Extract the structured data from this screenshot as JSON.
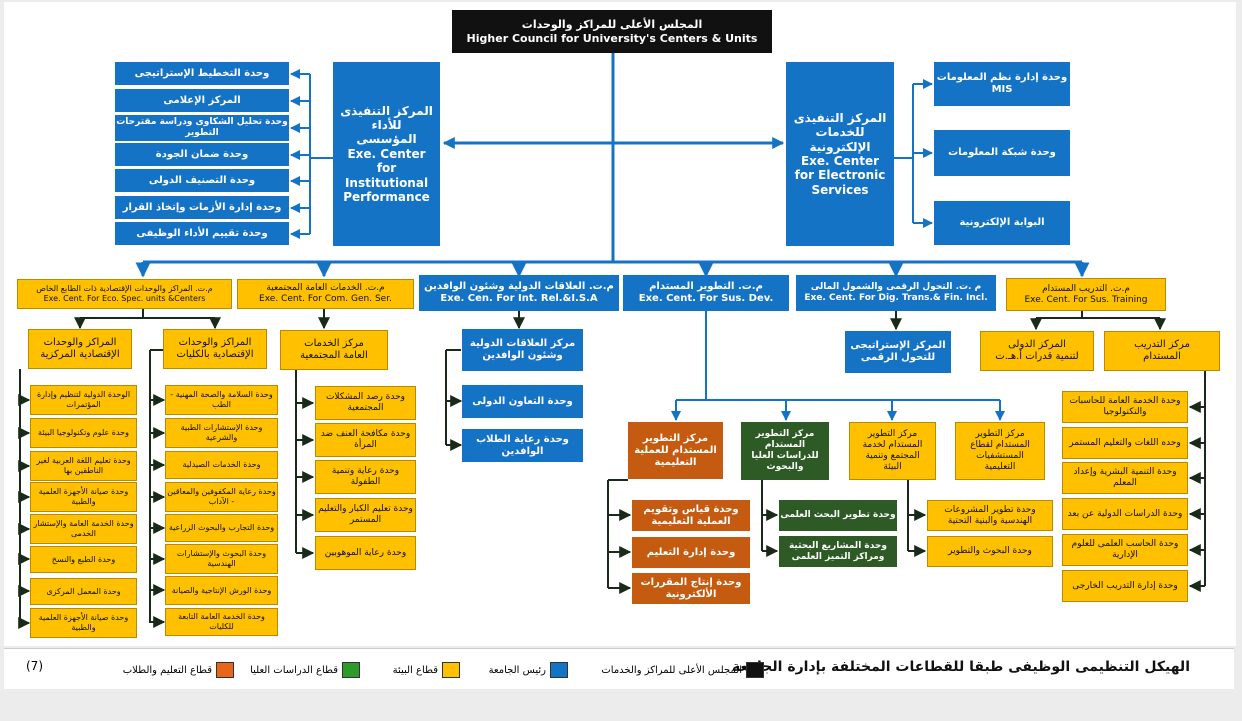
{
  "colors": {
    "blue": "#1473c5",
    "yellow": "#ffc000",
    "dark_green": "#2e5a26",
    "orange": "#c55a11",
    "black": "#111111",
    "line": "#1473c5",
    "line_dark": "#1a2a1a"
  },
  "top": {
    "ar": "المجلس الأعلى للمراكز والوحدات",
    "en": "Higher Council for University's Centers & Units"
  },
  "perf_center": {
    "ar": [
      "المركز التنفيذى",
      "للأداء",
      "المؤسسى"
    ],
    "en": [
      "Exe. Center",
      "for",
      "Institutional",
      "Performance"
    ]
  },
  "perf_units": [
    "وحدة التخطيط الإستراتيجى",
    "المركز الإعلامى",
    "وحدة تحليل الشكاوى ودراسة مقترحات التطوير",
    "وحدة ضمان الجودة",
    "وحدة التصنيف الدولى",
    "وحدة إدارة الأزمات وإتخاذ القرار",
    "وحدة تقييم الأداء الوظيفى"
  ],
  "elec_center": {
    "ar": [
      "المركز التنفيذى",
      "للخدمات",
      "الإلكترونية"
    ],
    "en": [
      "Exe. Center",
      "for Electronic",
      "Services"
    ]
  },
  "elec_units": [
    [
      "وحدة إدارة نظم المعلومات",
      "MIS"
    ],
    [
      "وحدة شبكة المعلومات"
    ],
    [
      "البوابة الإلكترونية"
    ]
  ],
  "sectors": [
    {
      "ar": "م.ت. المراكز والوحدات الإقتصادية ذات الطابع الخاص",
      "en": "Exe. Cent. For Eco. Spec. units &Centers"
    },
    {
      "ar": "م.ت. الخدمات العامة المجتمعية",
      "en": "Exe. Cent. For Com. Gen. Ser."
    },
    {
      "ar": "م.ت. العلاقات الدولية وشئون الوافدين",
      "en": "Exe. Cen. For Int. Rel.&I.S.A"
    },
    {
      "ar": "م.ت. التطوير المستدام",
      "en": "Exe. Cent. For Sus. Dev."
    },
    {
      "ar": "م .ت. التحول الرقمى والشمول المالى",
      "en": "Exe. Cent. For Dig. Trans.& Fin. Incl."
    },
    {
      "ar": "م.ت. التدريب المستدام",
      "en": "Exe. Cent. For Sus. Training"
    }
  ],
  "eco": {
    "central_head": [
      "المراكز والوحدات",
      "الإقتصادية المركزية"
    ],
    "faculty_head": [
      "المراكز والوحدات",
      "الإقتصادية بالكليات"
    ],
    "central_units": [
      "الوحدة الدولية لتنظيم وإدارة المؤتمرات",
      "وحدة علوم وتكنولوجيا البيئة",
      "وحدة تعليم اللغة العربية لغير الناطقين بها",
      "وحدة صيانة الأجهزة العلمية والطبية",
      "وحدة الخدمة العامة والإستشار الخدمى",
      "وحدة الطبع والنسخ",
      "وحدة المعمل المركزى",
      "وحدة صيانة الأجهزة العلمية والطبية"
    ],
    "faculty_units": [
      "وحدة السلامة والصحة المهنية - الطب",
      "وحدة الإستشارات الطبية والشرعية",
      "وحدة الخدمات الصيدلية",
      "وحدة رعاية المكفوفين والمعاقين - الآداب",
      "وحدة التجارب والبحوث الزراعية",
      "وحدة البحوث والإستشارات الهندسية",
      "وحدة الورش الإنتاجية والصيانة",
      "وحدة الخدمة العامة التابعة للكليات"
    ]
  },
  "community": {
    "head": [
      "مركز الخدمات",
      "العامة المجتمعية"
    ],
    "units": [
      "وحدة رصد المشكلات المجتمعية",
      "وحدة مكافحة العنف ضد المرأة",
      "وحدة رعاية وتنمية الطفولة",
      "وحدة تعليم الكبار والتعليم المستمر",
      "وحدة رعاية الموهوبين"
    ]
  },
  "intl": {
    "head": [
      "مركز العلاقات الدولية",
      "وشئون الوافدين"
    ],
    "units": [
      "وحدة التعاون الدولى",
      "وحدة رعاية الطلاب الوافدين"
    ]
  },
  "sus_dev": {
    "edu_head": [
      "مركز التطوير",
      "المستدام للعملية",
      "التعليمية"
    ],
    "edu_units": [
      "وحدة قياس وتقويم العملية التعليمية",
      "وحدة إدارة التعليم",
      "وحدة إنتاج المقررات الألكترونية"
    ],
    "grad_head": [
      "مركز التطوير",
      "المستدام",
      "للدراسات العليا",
      "والبحوث"
    ],
    "grad_units": [
      "وحدة تطوير البحث العلمى",
      "وحدة المشاريع البحثية ومراكز التميز العلمى"
    ],
    "env_head": [
      "مركز التطوير",
      "المستدام لخدمة",
      "المجتمع وتنمية",
      "البيئة"
    ],
    "hosp_head": [
      "مركز التطوير",
      "المستدام لقطاع",
      "المستشفيات",
      "التعليمية"
    ],
    "env_units": [
      "وحدة تطوير المشروعات الهندسية والبنية التحتية",
      "وحدة البحوث والتطوير"
    ]
  },
  "digital": {
    "head": [
      "المركز الإستراتيجى",
      "للتحول الرقمى"
    ]
  },
  "training": {
    "intl_head": [
      "المركز الدولى",
      "لتنمية قدرات أ.هـ.ت"
    ],
    "head": [
      "مركز التدريب",
      "المستدام"
    ],
    "units": [
      "وحدة الخدمة العامة للحاسبات والتكنولوجيا",
      "وحده اللغات والتعليم المستمر",
      "وحدة التنمية البشرية وإعداد المعلم",
      "وحدة الدراسات الدولية عن بعد",
      "وحدة الحاسب العلمى للعلوم الإدارية",
      "وحدة إدارة التدريب الخارجى"
    ]
  },
  "legend": {
    "title": "الهيكل التنظيمى الوظيفى طبقا للقطاعات المختلفة بإدارة الجامعة",
    "items": [
      "المجلس الأعلى للمراكز والخدمات",
      "رئيس الجامعة",
      "قطاع البيئة",
      "قطاع الدراسات العليا",
      "قطاع التعليم والطلاب"
    ],
    "page_number": "(7)"
  }
}
